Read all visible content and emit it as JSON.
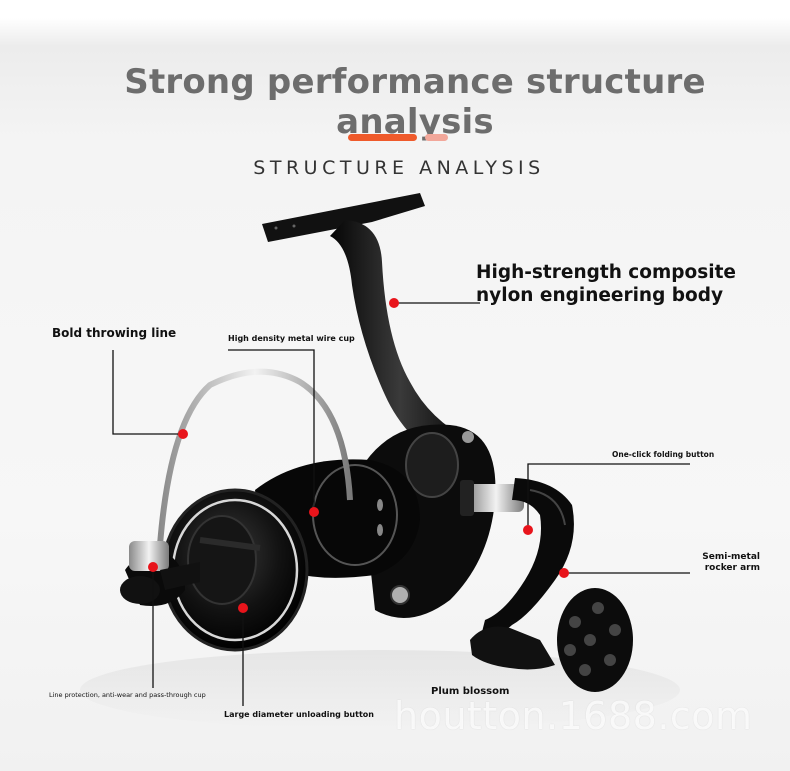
{
  "header": {
    "title": "Strong performance structure analysis",
    "subtitle": "STRUCTURE ANALYSIS"
  },
  "colors": {
    "accent": "#ef5a2b",
    "accent_light": "#f2a79a",
    "title_gray": "#6d6d6d",
    "marker_red": "#e8141b"
  },
  "callouts": {
    "body": [
      "High-strength composite",
      "nylon engineering body"
    ],
    "throwing_line": "Bold throwing line",
    "wire_cup": "High density metal wire cup",
    "folding_button": "One-click folding button",
    "rocker_arm": [
      "Semi-metal",
      "rocker arm"
    ],
    "plum": "Plum blossom",
    "line_protection": "Line protection, anti-wear and pass-through cup",
    "unloading_button": "Large diameter unloading button"
  },
  "watermark": "houtton.1688.com"
}
